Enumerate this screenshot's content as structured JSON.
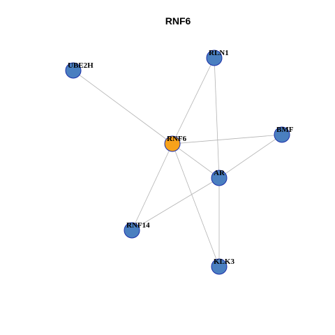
{
  "title": "RNF6",
  "colors": {
    "center_node": "#f7a21b",
    "node": "#4a7fc0",
    "node_border": "#1a2ea8",
    "edge": "#b3b3b3"
  },
  "nodes": [
    {
      "id": "RNF6",
      "label": "RNF6",
      "role": "center"
    },
    {
      "id": "UBE2H",
      "label": "UBE2H",
      "role": "neighbor"
    },
    {
      "id": "RLN1",
      "label": "RLN1",
      "role": "neighbor"
    },
    {
      "id": "BMF",
      "label": "BMF",
      "role": "neighbor"
    },
    {
      "id": "AR",
      "label": "AR",
      "role": "neighbor"
    },
    {
      "id": "RNF14",
      "label": "RNF14",
      "role": "neighbor"
    },
    {
      "id": "KLK3",
      "label": "KLK3",
      "role": "neighbor"
    }
  ],
  "edges": [
    {
      "source": "RNF6",
      "target": "UBE2H"
    },
    {
      "source": "RNF6",
      "target": "RLN1"
    },
    {
      "source": "RNF6",
      "target": "BMF"
    },
    {
      "source": "RNF6",
      "target": "AR"
    },
    {
      "source": "RNF6",
      "target": "RNF14"
    },
    {
      "source": "RNF6",
      "target": "KLK3"
    },
    {
      "source": "RLN1",
      "target": "AR"
    },
    {
      "source": "BMF",
      "target": "AR"
    },
    {
      "source": "AR",
      "target": "RNF14"
    },
    {
      "source": "AR",
      "target": "KLK3"
    }
  ]
}
